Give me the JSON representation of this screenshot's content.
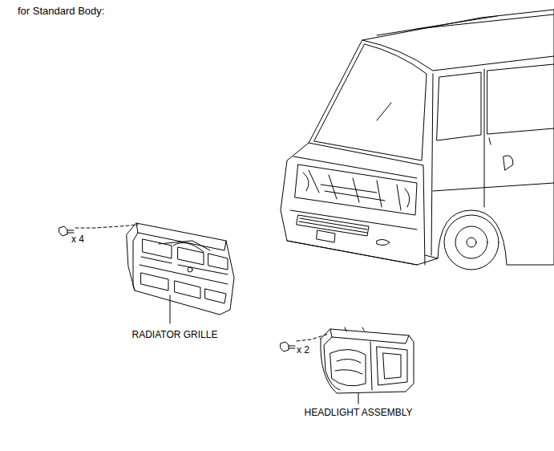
{
  "diagram": {
    "title": "for Standard Body:",
    "labels": [
      "x 4",
      "RADIATOR GRILLE",
      "x 2",
      "HEADLIGHT ASSEMBLY"
    ]
  }
}
